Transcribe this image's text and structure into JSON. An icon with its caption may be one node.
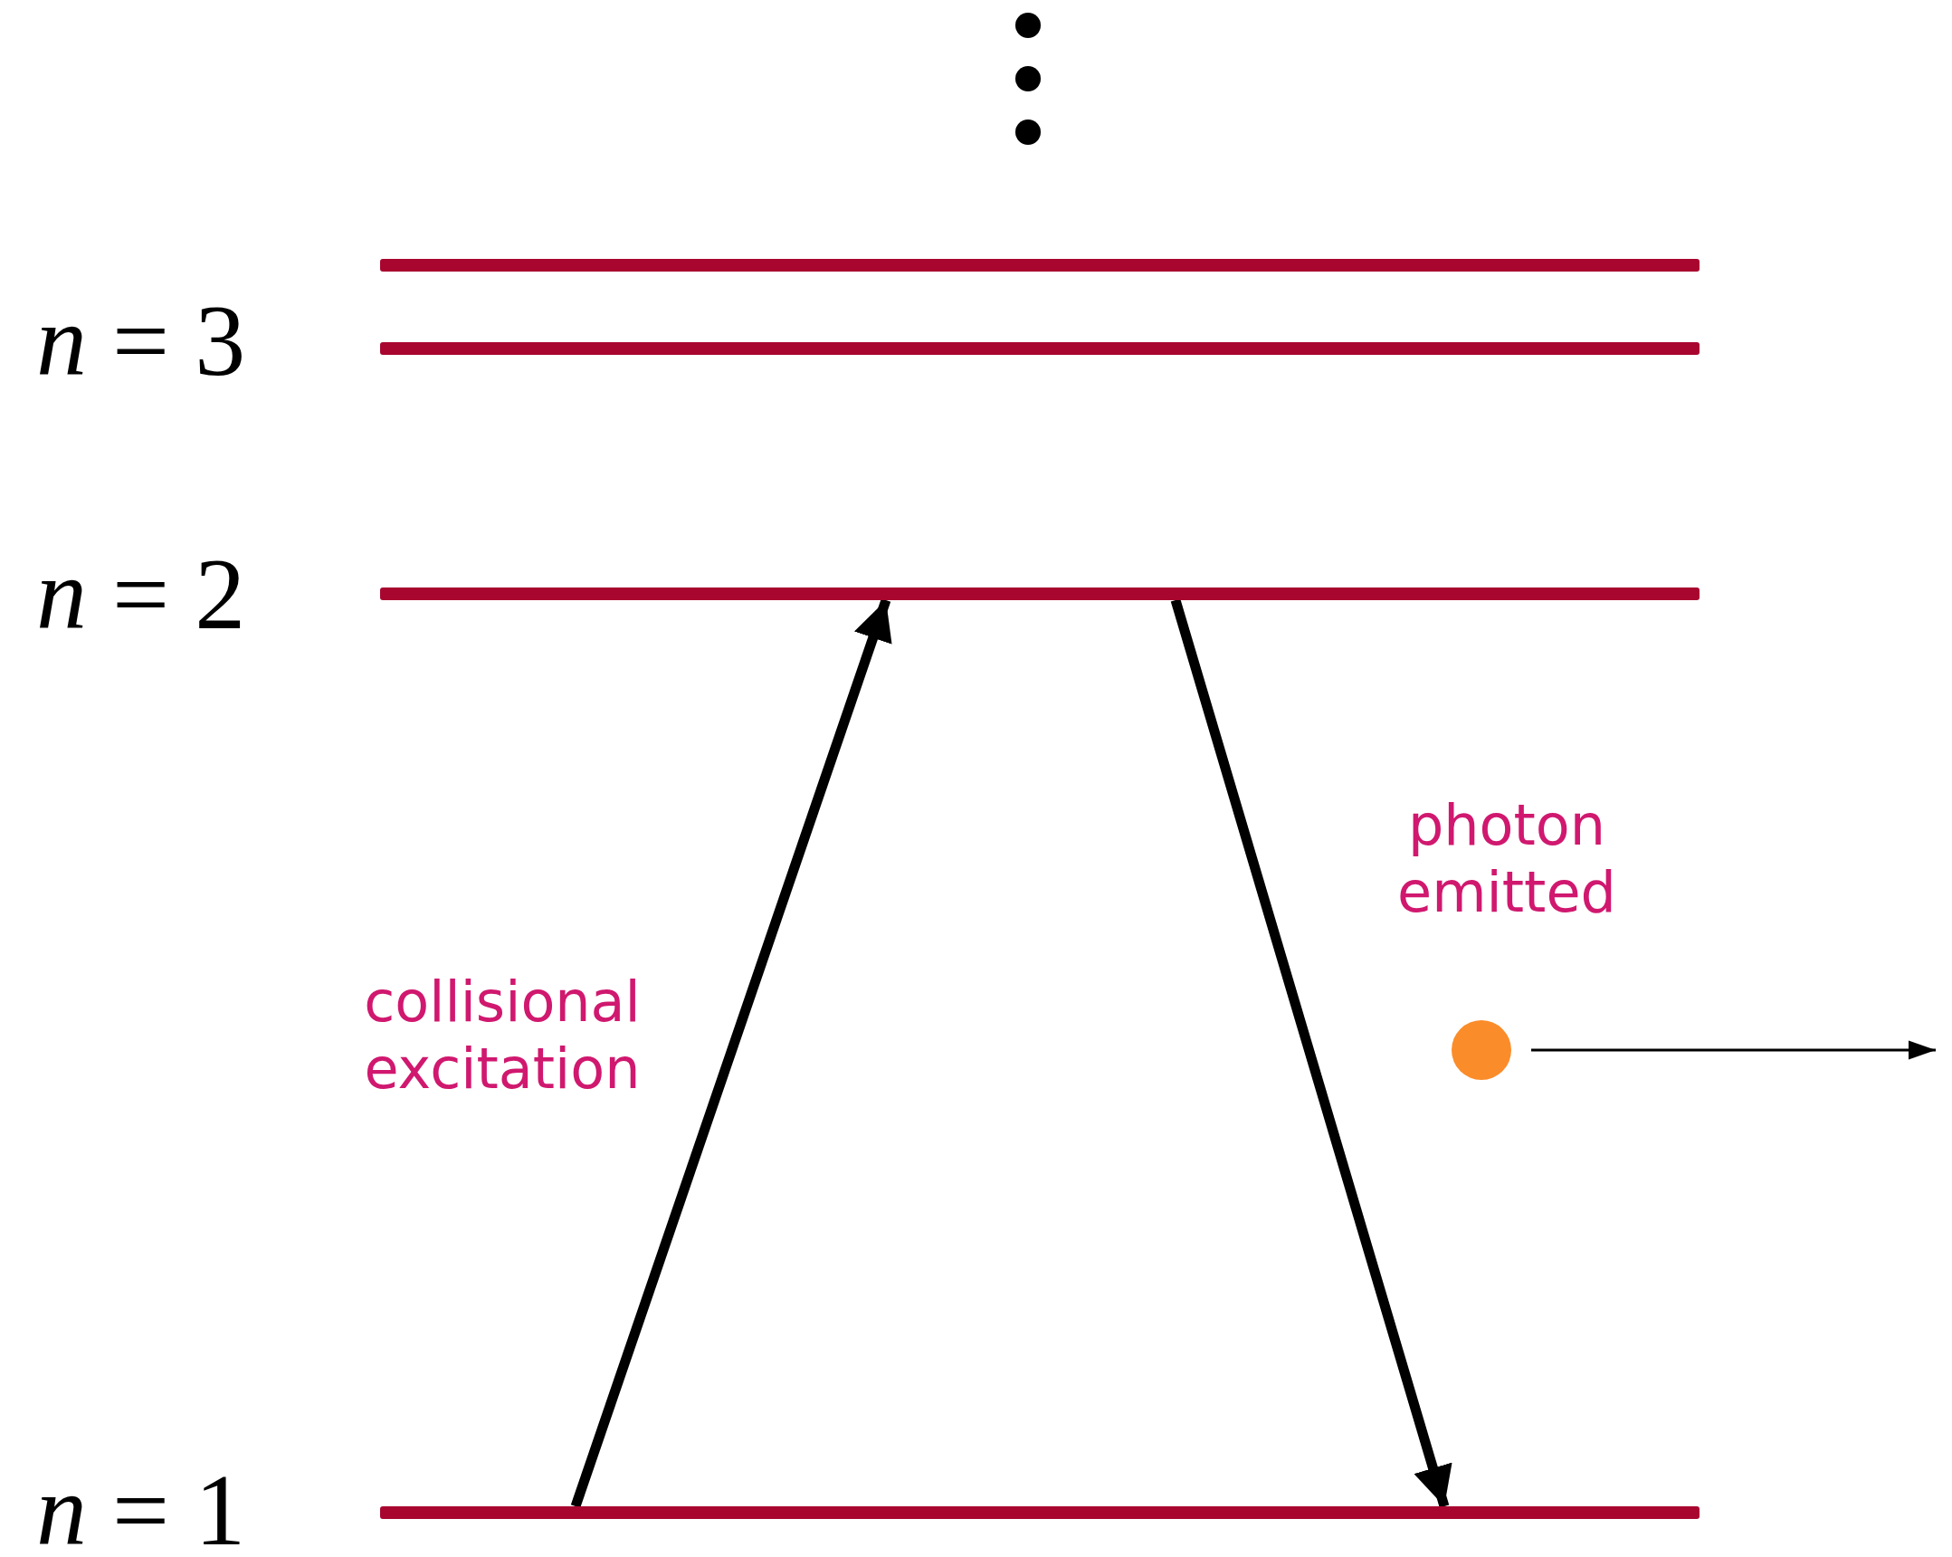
{
  "diagram": {
    "nodes": [
      {
        "text": [],
        "shape": "bar"
      },
      {
        "text": [],
        "shape": "bar",
        "beside": [
          "*n* = 3"
        ]
      },
      {
        "text": [],
        "shape": "bar",
        "beside": [
          "*n* = 2"
        ]
      },
      {
        "text": [],
        "shape": "bar",
        "beside": [
          "*n* = 1"
        ]
      },
      {
        "text": [],
        "shape": "circle"
      }
    ],
    "edges": [
      {
        "from": 3,
        "to": 2,
        "arrow": "to",
        "label": "collisional excitation"
      },
      {
        "from": 2,
        "to": 3,
        "arrow": "to",
        "label": "photon emitted"
      },
      {
        "from": 4,
        "to": null,
        "arrow": "to"
      }
    ]
  }
}
